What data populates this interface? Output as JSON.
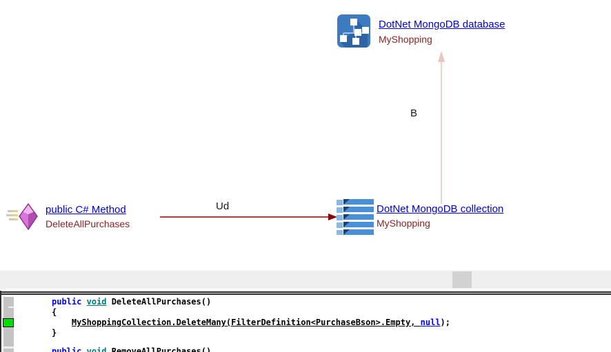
{
  "diagram": {
    "nodes": {
      "database": {
        "title": "DotNet MongoDB database",
        "subtitle": "MyShopping",
        "icon": "sitemap-icon"
      },
      "method": {
        "title": "public C# Method",
        "subtitle": "DeleteAllPurchases",
        "icon": "gem-method-icon"
      },
      "collection": {
        "title": "DotNet MongoDB collection",
        "subtitle": "MyShopping",
        "icon": "list-rows-icon"
      }
    },
    "edges": {
      "ud": {
        "label": "Ud",
        "color": "#8b0000"
      },
      "b": {
        "label": "B",
        "color": "#f0c2c2"
      }
    },
    "colors": {
      "link": "#0000dd",
      "member_name": "#8b2323"
    }
  },
  "code": {
    "lines": {
      "l1": {
        "kw_public": "public ",
        "kw_void": "void",
        "name": " DeleteAllPurchases()"
      },
      "l2": {
        "brace": "{"
      },
      "l3": {
        "indent": "    ",
        "stmt": "MyShoppingCollection.DeleteMany(FilterDefinition<PurchaseBson>.Empty, ",
        "kw_null": "null",
        "tail": ");"
      },
      "l4": {
        "brace": "}"
      },
      "l5": {
        "kw_public": "public ",
        "kw_void": "void",
        "name": " RemoveAllPurchases()"
      }
    },
    "colors": {
      "keyword": "#0000ff",
      "type_link": "#007878",
      "bookmark": "#00dd00"
    }
  }
}
